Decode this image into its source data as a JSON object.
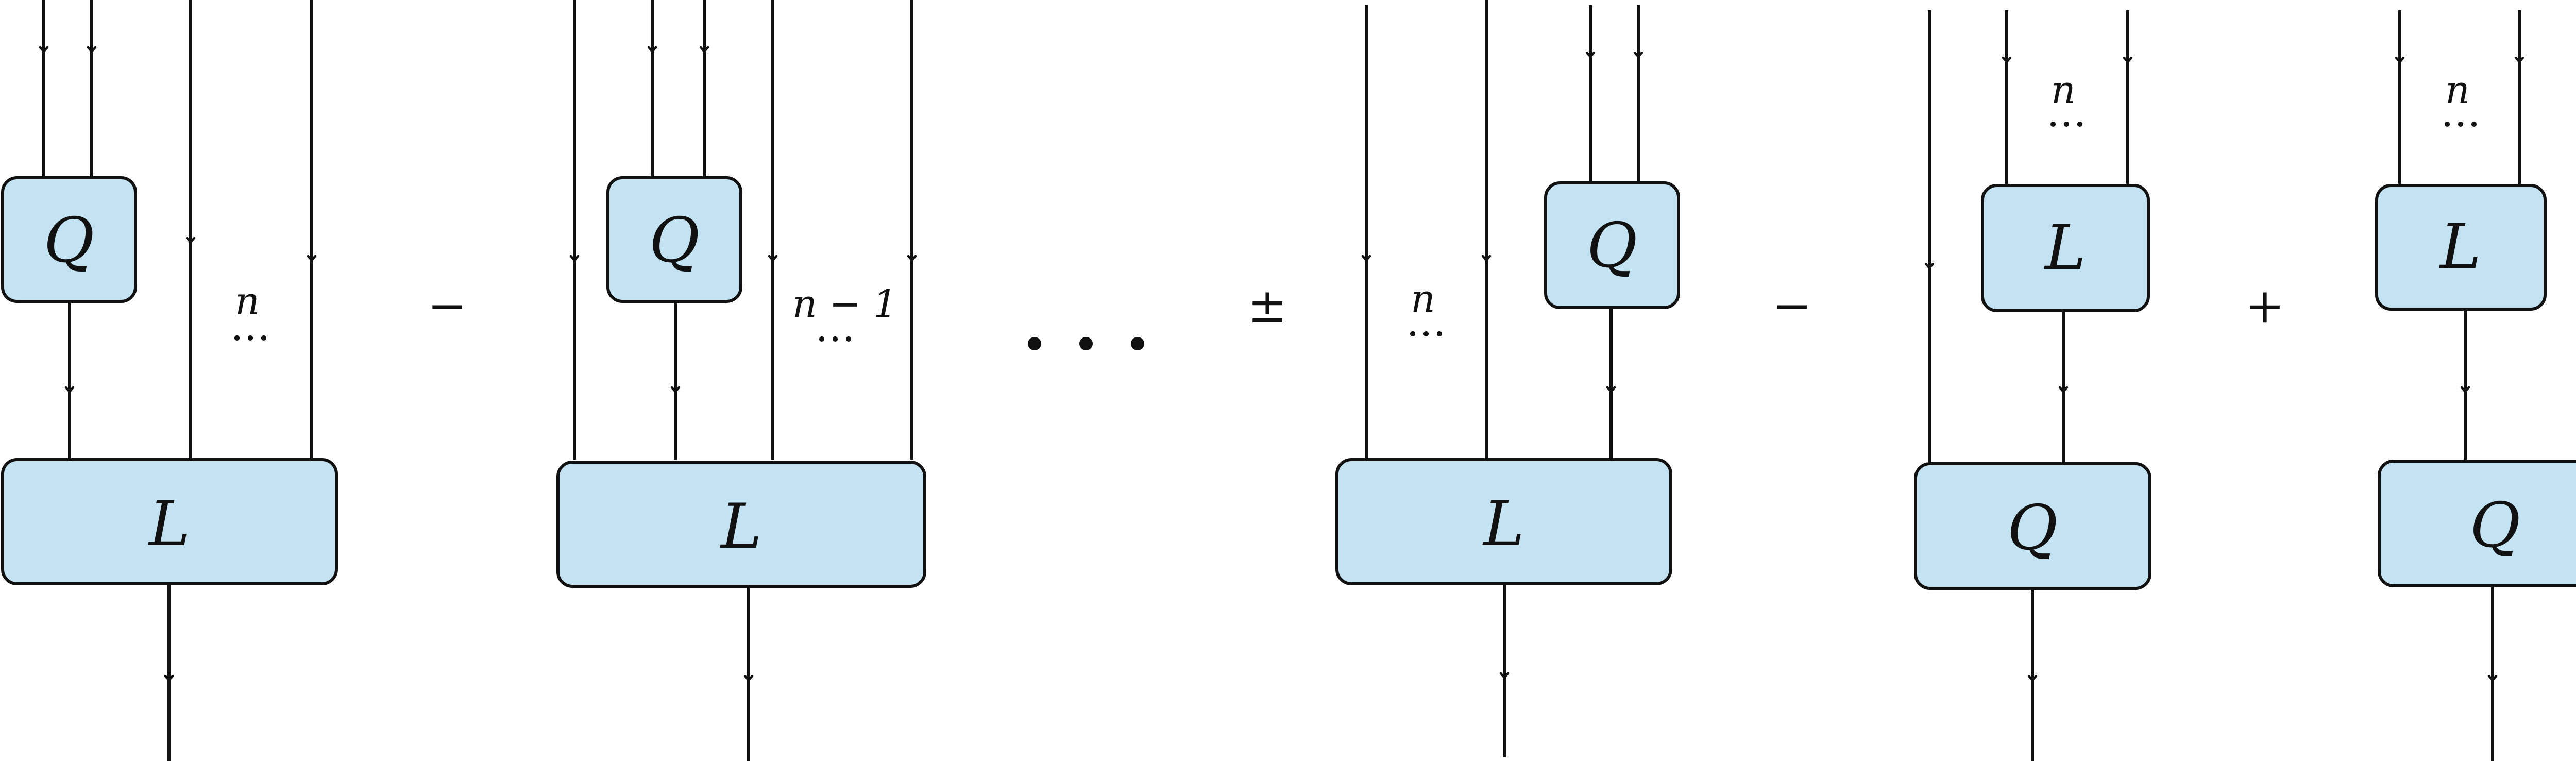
{
  "colors": {
    "box_fill": "#c3e3f3",
    "line": "#111111",
    "background": "#ffffff"
  },
  "terms": [
    {
      "top_box": "Q",
      "bottom_box": "L",
      "wire_label": "n",
      "dots": "…"
    },
    {
      "top_box": "Q",
      "bottom_box": "L",
      "wire_label": "n − 1",
      "dots": "…"
    },
    {
      "top_box": "Q",
      "bottom_box": "L",
      "wire_label": "n",
      "dots": "…"
    },
    {
      "top_box": "L",
      "bottom_box": "Q",
      "wire_label": "n",
      "dots": "…"
    },
    {
      "top_box": "L",
      "bottom_box": "Q",
      "wire_label": "n",
      "dots": "…"
    }
  ],
  "operators": [
    "−",
    "±",
    "−",
    "+"
  ],
  "ellipsis": "• • •"
}
